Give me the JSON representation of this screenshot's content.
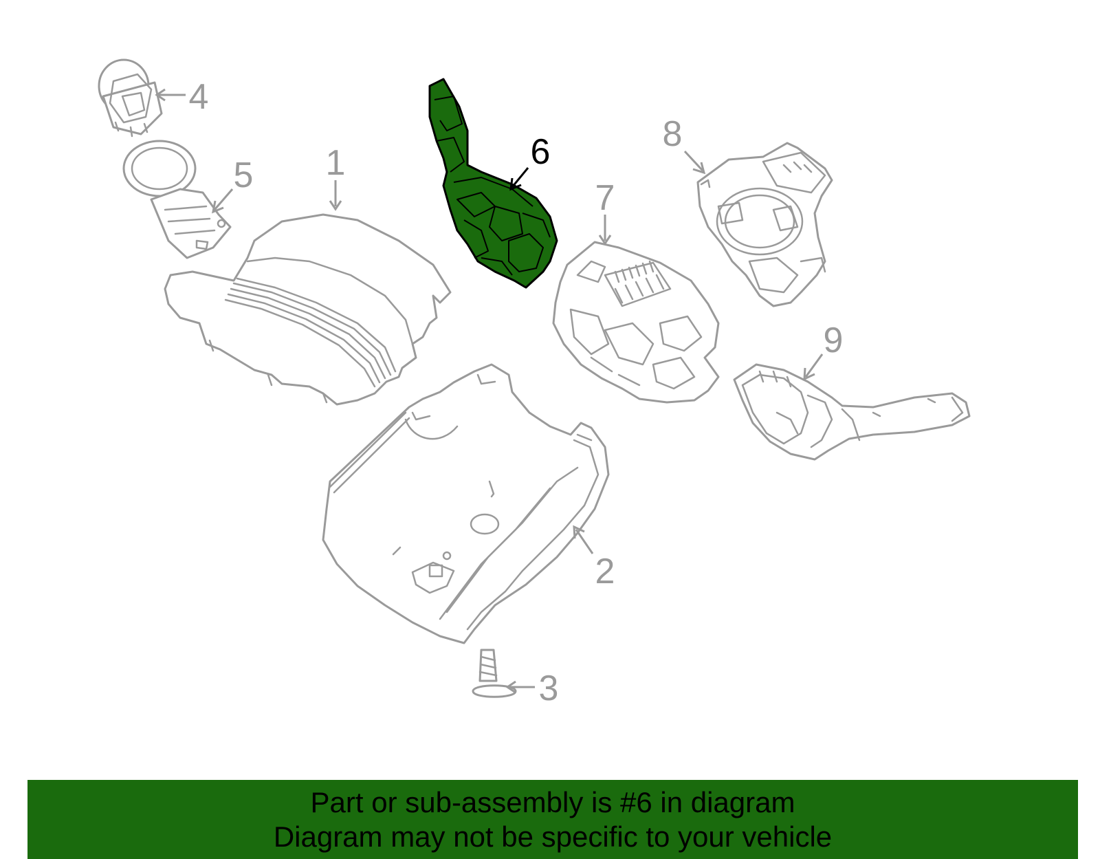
{
  "highlight_color": "#1a6b0d",
  "line_color": "#9a9a9a",
  "callouts": {
    "c1": "1",
    "c2": "2",
    "c3": "3",
    "c4": "4",
    "c5": "5",
    "c6": "6",
    "c7": "7",
    "c8": "8",
    "c9": "9"
  },
  "banner": {
    "line1": "Part or sub-assembly is #6 in diagram",
    "line2": "Diagram may not be specific to your vehicle"
  }
}
